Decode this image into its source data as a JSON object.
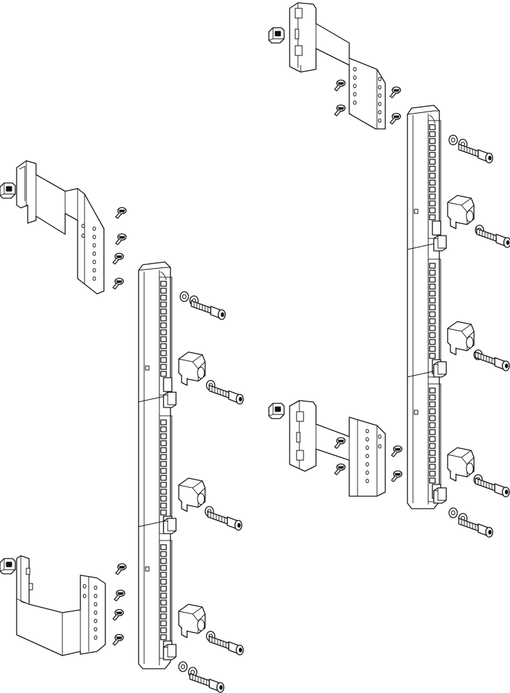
{
  "figure": {
    "kind": "exploded-assembly-drawing",
    "assemblies": [
      {
        "id": "left-assembly",
        "parts": [
          "top-bracket",
          "bottom-bracket",
          "vertical-rail",
          "clamp-blocks",
          "bolts-washers",
          "screws",
          "cage-nuts"
        ]
      },
      {
        "id": "right-assembly",
        "parts": [
          "top-bracket",
          "middle-bracket",
          "vertical-rail",
          "clamp-blocks",
          "bolts-washers",
          "screws",
          "cage-nuts"
        ]
      }
    ],
    "colors": {
      "line": "#111111",
      "background": "#ffffff",
      "shade": "#e6e6e6"
    }
  }
}
